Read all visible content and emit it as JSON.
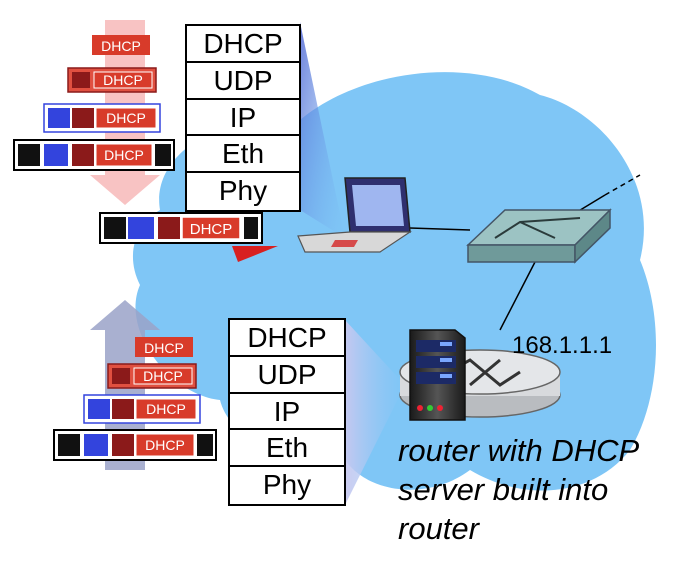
{
  "top_stack": {
    "layers": [
      "DHCP",
      "UDP",
      "IP",
      "Eth",
      "Phy"
    ]
  },
  "bottom_stack": {
    "layers": [
      "DHCP",
      "UDP",
      "IP",
      "Eth",
      "Phy"
    ]
  },
  "packet_label": "DHCP",
  "router_ip": "168.1.1.1",
  "caption": [
    "router with DHCP",
    "server built into",
    "router"
  ],
  "colors": {
    "network_cloud": "#7fc6f6",
    "dhcp_header": "#d83b2a",
    "udp_header": "#8b1a1a",
    "ip_header": "#3344dd",
    "eth_header": "#111111",
    "arrow_down": "#f7b8b8",
    "arrow_up": "#9aa2c8",
    "switch": "#7aa8a8",
    "router": "#d8dadd"
  }
}
